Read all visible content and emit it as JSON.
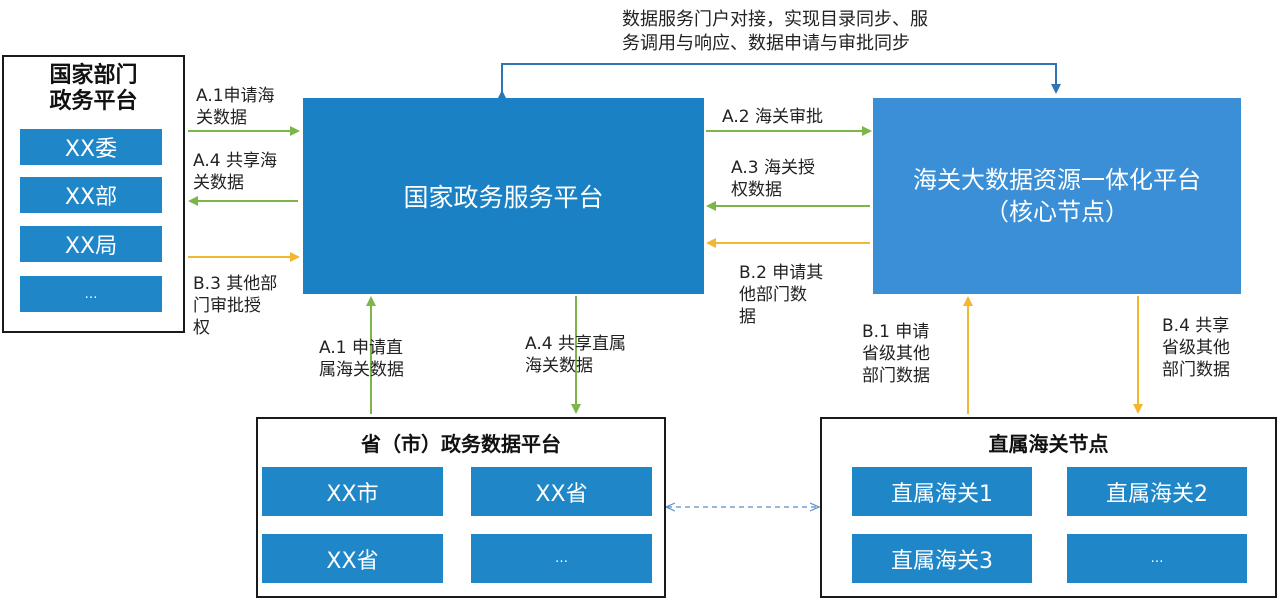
{
  "top_note": {
    "line1": "数据服务门户对接，实现目录同步、服",
    "line2": "务调用与响应、数据申请与审批同步"
  },
  "national_dept": {
    "title_line1": "国家部门",
    "title_line2": "政务平台",
    "items": [
      "XX委",
      "XX部",
      "XX局",
      "…"
    ]
  },
  "national_platform": {
    "label": "国家政务服务平台"
  },
  "customs_platform": {
    "line1": "海关大数据资源一体化平台",
    "line2": "（核心节点）"
  },
  "province_platform": {
    "title": "省（市）政务数据平台",
    "items": [
      "XX市",
      "XX省",
      "XX省",
      "…"
    ]
  },
  "customs_nodes": {
    "title": "直属海关节点",
    "items": [
      "直属海关1",
      "直属海关2",
      "直属海关3",
      "…"
    ]
  },
  "labels": {
    "a1_left": [
      "A.1申请海",
      "关数据"
    ],
    "a4_left": [
      "A.4 共享海",
      "关数据"
    ],
    "b3_left": [
      "B.3 其他部",
      "门审批授",
      "权"
    ],
    "a2_right": [
      "A.2 海关审批"
    ],
    "a3_right": [
      "A.3 海关授",
      "权数据"
    ],
    "b2_right": [
      "B.2 申请其",
      "他部门数",
      "据"
    ],
    "a1_bottom": [
      "A.1 申请直",
      "属海关数据"
    ],
    "a4_bottom": [
      "A.4 共享直属",
      "海关数据"
    ],
    "b1_bottom": [
      "B.1 申请",
      "省级其他",
      "部门数据"
    ],
    "b4_bottom": [
      "B.4 共享",
      "省级其他",
      "部门数据"
    ]
  },
  "colors": {
    "tile_blue": "#1f86c8",
    "main_blue": "#1a82c4",
    "customs_blue": "#3a8fd6",
    "green_arrow": "#7ab648",
    "orange_arrow": "#f2b630",
    "blue_arrow": "#2e75b6"
  }
}
